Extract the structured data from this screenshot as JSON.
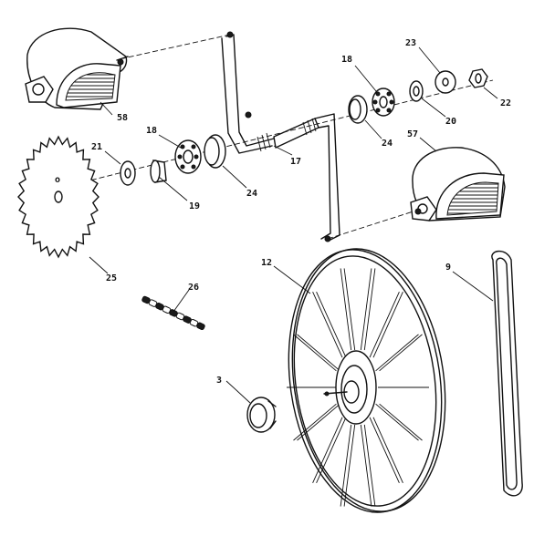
{
  "callouts": {
    "c58": "58",
    "c18a": "18",
    "c18b": "18",
    "c21": "21",
    "c19": "19",
    "c24a": "24",
    "c24b": "24",
    "c17": "17",
    "c23": "23",
    "c20": "20",
    "c22": "22",
    "c57": "57",
    "c25": "25",
    "c26": "26",
    "c12": "12",
    "c9": "9",
    "c3": "3",
    "sprocket_mark": "o"
  }
}
